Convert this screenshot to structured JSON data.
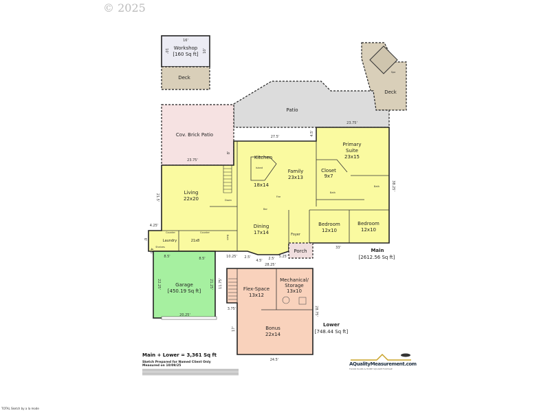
{
  "copyright": "© 2025",
  "footer": "TOTAL Sketch by a la mode",
  "colors": {
    "living": "#fafaa0",
    "garage": "#a6f0a0",
    "lower": "#f9d2bc",
    "patio": "#dcdcdc",
    "deck": "#d9cfb9",
    "brick_patio": "#f6e2e2",
    "workshop": "#ececf4"
  },
  "rooms": {
    "workshop": {
      "name": "Workshop",
      "area": "[160 Sq ft]"
    },
    "deck_workshop": {
      "name": "Deck"
    },
    "deck_spa": {
      "name": "Deck"
    },
    "spa": {
      "name": "Spa"
    },
    "patio": {
      "name": "Patio"
    },
    "brick_patio": {
      "name": "Cov. Brick Patio"
    },
    "kitchen": {
      "name": "Kitchen",
      "size": "18x14"
    },
    "island": {
      "name": "Island"
    },
    "family": {
      "name": "Family",
      "size": "23x13"
    },
    "primary": {
      "name": "Primary",
      "name2": "Suite",
      "size": "23x15"
    },
    "closet": {
      "name": "Closet",
      "size": "9x7"
    },
    "bath1": {
      "name": "Bath"
    },
    "bath2": {
      "name": "Bath"
    },
    "bath3": {
      "name": "Bath"
    },
    "living": {
      "name": "Living",
      "size": "22x20"
    },
    "dining": {
      "name": "Dining",
      "size": "17x14"
    },
    "bedroom1": {
      "name": "Bedroom",
      "size": "12x10"
    },
    "bedroom2": {
      "name": "Bedroom",
      "size": "12x10"
    },
    "laundry": {
      "name": "Laundry"
    },
    "hall": {
      "name": "21x8"
    },
    "foyer": {
      "name": "Foyer"
    },
    "porch": {
      "name": "Porch"
    },
    "garage": {
      "name": "Garage",
      "area": "[450.19 Sq ft]"
    },
    "flex": {
      "name": "Flex-Space",
      "size": "13x12"
    },
    "mech": {
      "name": "Mechanical/",
      "name2": "Storage",
      "size": "13x10"
    },
    "bonus": {
      "name": "Bonus",
      "size": "22x14"
    },
    "counter1": {
      "name": "Counter"
    },
    "counter2": {
      "name": "Counter"
    },
    "shelves": {
      "name": "Shelves"
    },
    "down": {
      "name": "Down"
    },
    "fire": {
      "name": "Fire"
    },
    "bar": {
      "name": "Bar"
    }
  },
  "levels": {
    "main": {
      "name": "Main",
      "area": "[2612.56 Sq ft]"
    },
    "lower": {
      "name": "Lower",
      "area": "[748.44 Sq ft]"
    }
  },
  "dimensions": {
    "ws_top": "16'",
    "ws_left": "10'",
    "ws_right": "10'",
    "d27_5": "27.5'",
    "d4_5a": "4.5'",
    "d23_75a": "23.75'",
    "d23_75b": "23.75'",
    "d8": "8'",
    "d21_5": "21.5'",
    "d38_25": "38.25'",
    "d4_25": "4.25'",
    "d6": "6'",
    "d4_5b": "4.5'",
    "d8_5a": "8.5'",
    "d8_5b": "8.5'",
    "d10_25": "10.25'",
    "d2_5a": "2.5'",
    "d4_5c": "4.5'",
    "d2_5b": "2.5'",
    "d5_25": "5.25'",
    "d28_25": "28.25'",
    "d33": "33'",
    "g22_25": "22.25'",
    "g21_25": "21.25'",
    "g20_25": "20.25'",
    "l11_75": "11.75'",
    "l3_75": "3.75'",
    "l17": "17'",
    "l28_75": "28.75'",
    "l24_5": "24.5'"
  },
  "summary": {
    "total": "Main + Lower = 3,361 Sq ft",
    "prepared": "Sketch Prepared for Named Client Only",
    "measured": "Measured on 10/09/25"
  },
  "logo": {
    "name": "AQualityMeasurement.com",
    "tagline": "FLOOR PLANS & HOME SQUARE FOOTAGE"
  }
}
